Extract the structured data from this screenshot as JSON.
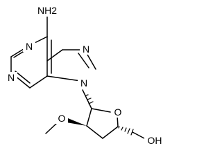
{
  "molecule": {
    "atoms": {
      "amine": "NH2",
      "n1": "N",
      "n3": "N",
      "n7": "N",
      "n9": "N",
      "methoxy_o": "O",
      "ring_o": "O",
      "hydroxyl": "OH"
    }
  }
}
